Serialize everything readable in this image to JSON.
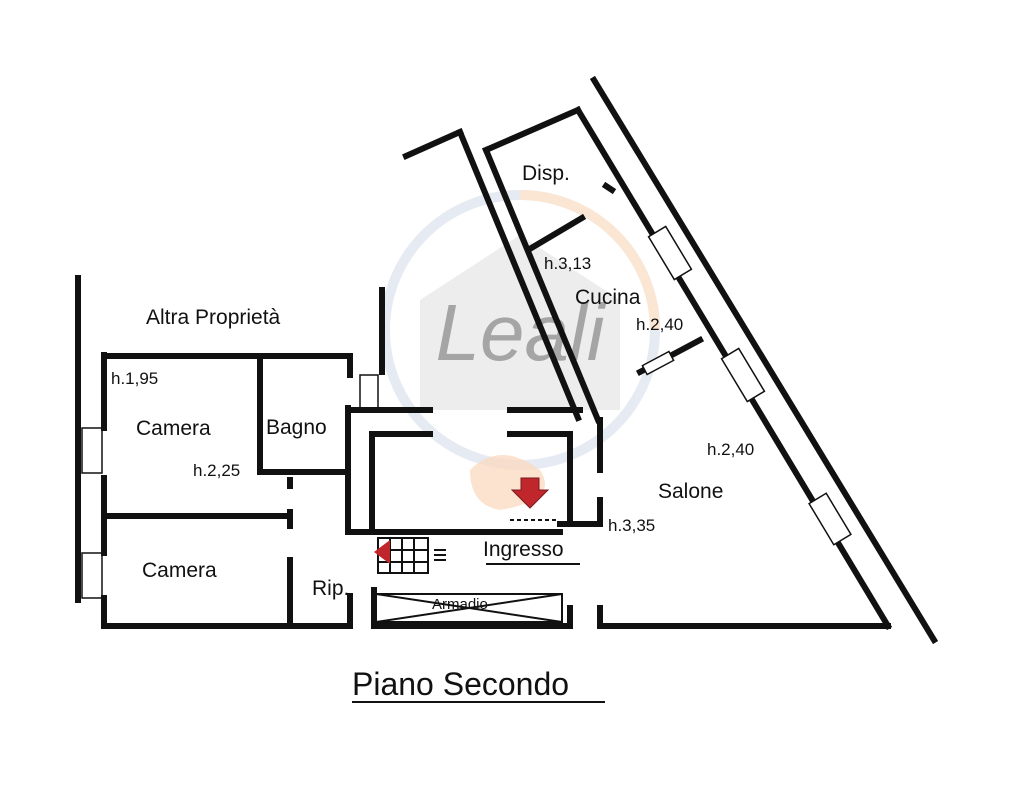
{
  "rooms": {
    "disp": "Disp.",
    "cucina": "Cucina",
    "altra_proprieta": "Altra Proprietà",
    "camera_1": "Camera",
    "camera_2": "Camera",
    "bagno": "Bagno",
    "salone": "Salone",
    "ingresso": "Ingresso",
    "rip": "Rip.",
    "armadio": "Armadio"
  },
  "heights": {
    "disp_cucina": "h.3,13",
    "cucina": "h.2,40",
    "salone": "h.2,40",
    "camera_top": "h.1,95",
    "camera_mid": "h.2,25",
    "ingresso": "h.3,35"
  },
  "floor_title": "Piano Secondo",
  "watermark": {
    "text": "Leali",
    "colors": [
      "#9aa8c4",
      "#f5b27a",
      "#7a7a7a"
    ]
  },
  "entry_arrow_color": "#c0272d"
}
